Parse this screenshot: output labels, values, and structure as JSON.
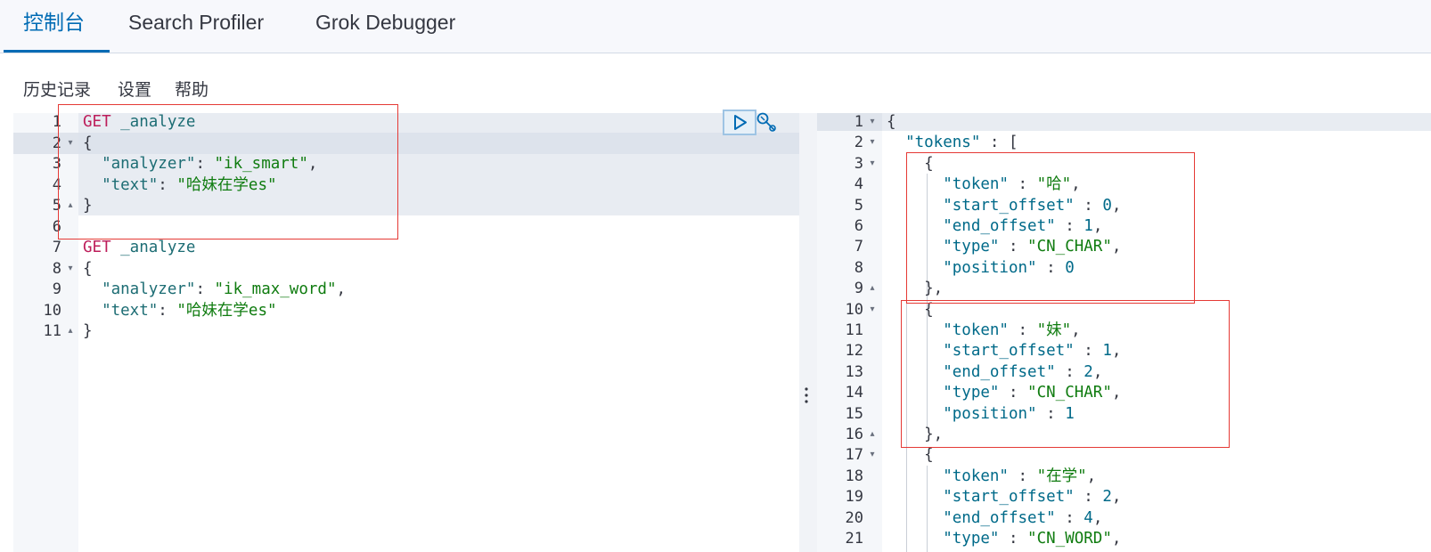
{
  "tabs": [
    {
      "label": "控制台",
      "active": true
    },
    {
      "label": "Search Profiler",
      "active": false
    },
    {
      "label": "Grok Debugger",
      "active": false
    }
  ],
  "submenu": [
    "历史记录",
    "设置",
    "帮助"
  ],
  "colors": {
    "accent": "#006bb4",
    "keyword": "#bd1d5a",
    "string": "#107c10",
    "number": "#006a89",
    "highlight_box": "#e53935"
  },
  "request_editor": {
    "line_numbers": [
      "1",
      "2",
      "3",
      "4",
      "5",
      "6",
      "7",
      "8",
      "9",
      "10",
      "11"
    ],
    "lines": [
      [
        {
          "t": "GET",
          "c": "k"
        },
        {
          "t": " _analyze",
          "c": "u"
        }
      ],
      [
        {
          "t": "{",
          "c": "p"
        }
      ],
      [
        {
          "t": "  ",
          "c": "p"
        },
        {
          "t": "\"analyzer\"",
          "c": "u"
        },
        {
          "t": ": ",
          "c": "p"
        },
        {
          "t": "\"ik_smart\"",
          "c": "s"
        },
        {
          "t": ",",
          "c": "p"
        }
      ],
      [
        {
          "t": "  ",
          "c": "p"
        },
        {
          "t": "\"text\"",
          "c": "u"
        },
        {
          "t": ": ",
          "c": "p"
        },
        {
          "t": "\"哈妹在学es\"",
          "c": "s"
        }
      ],
      [
        {
          "t": "}",
          "c": "p"
        }
      ],
      [],
      [
        {
          "t": "GET",
          "c": "k"
        },
        {
          "t": " _analyze",
          "c": "u"
        }
      ],
      [
        {
          "t": "{",
          "c": "p"
        }
      ],
      [
        {
          "t": "  ",
          "c": "p"
        },
        {
          "t": "\"analyzer\"",
          "c": "u"
        },
        {
          "t": ": ",
          "c": "p"
        },
        {
          "t": "\"ik_max_word\"",
          "c": "s"
        },
        {
          "t": ",",
          "c": "p"
        }
      ],
      [
        {
          "t": "  ",
          "c": "p"
        },
        {
          "t": "\"text\"",
          "c": "u"
        },
        {
          "t": ": ",
          "c": "p"
        },
        {
          "t": "\"哈妹在学es\"",
          "c": "s"
        }
      ],
      [
        {
          "t": "}",
          "c": "p"
        }
      ]
    ],
    "fold_markers": [
      "",
      "down",
      "",
      "",
      "up",
      "",
      "",
      "down",
      "",
      "",
      "up"
    ],
    "run_button_icon": "play-icon",
    "wrench_icon": "wrench-icon"
  },
  "response_editor": {
    "line_numbers": [
      "1",
      "2",
      "3",
      "4",
      "5",
      "6",
      "7",
      "8",
      "9",
      "10",
      "11",
      "12",
      "13",
      "14",
      "15",
      "16",
      "17",
      "18",
      "19",
      "20",
      "21"
    ],
    "lines": [
      [
        {
          "t": "{",
          "c": "p"
        }
      ],
      [
        {
          "t": "  ",
          "c": "p"
        },
        {
          "t": "\"tokens\"",
          "c": "pk"
        },
        {
          "t": " : [",
          "c": "p"
        }
      ],
      [
        {
          "t": "    {",
          "c": "p"
        }
      ],
      [
        {
          "t": "      ",
          "c": "p"
        },
        {
          "t": "\"token\"",
          "c": "pk"
        },
        {
          "t": " : ",
          "c": "p"
        },
        {
          "t": "\"哈\"",
          "c": "ps"
        },
        {
          "t": ",",
          "c": "p"
        }
      ],
      [
        {
          "t": "      ",
          "c": "p"
        },
        {
          "t": "\"start_offset\"",
          "c": "pk"
        },
        {
          "t": " : ",
          "c": "p"
        },
        {
          "t": "0",
          "c": "pn"
        },
        {
          "t": ",",
          "c": "p"
        }
      ],
      [
        {
          "t": "      ",
          "c": "p"
        },
        {
          "t": "\"end_offset\"",
          "c": "pk"
        },
        {
          "t": " : ",
          "c": "p"
        },
        {
          "t": "1",
          "c": "pn"
        },
        {
          "t": ",",
          "c": "p"
        }
      ],
      [
        {
          "t": "      ",
          "c": "p"
        },
        {
          "t": "\"type\"",
          "c": "pk"
        },
        {
          "t": " : ",
          "c": "p"
        },
        {
          "t": "\"CN_CHAR\"",
          "c": "ps"
        },
        {
          "t": ",",
          "c": "p"
        }
      ],
      [
        {
          "t": "      ",
          "c": "p"
        },
        {
          "t": "\"position\"",
          "c": "pk"
        },
        {
          "t": " : ",
          "c": "p"
        },
        {
          "t": "0",
          "c": "pn"
        }
      ],
      [
        {
          "t": "    },",
          "c": "p"
        }
      ],
      [
        {
          "t": "    {",
          "c": "p"
        }
      ],
      [
        {
          "t": "      ",
          "c": "p"
        },
        {
          "t": "\"token\"",
          "c": "pk"
        },
        {
          "t": " : ",
          "c": "p"
        },
        {
          "t": "\"妹\"",
          "c": "ps"
        },
        {
          "t": ",",
          "c": "p"
        }
      ],
      [
        {
          "t": "      ",
          "c": "p"
        },
        {
          "t": "\"start_offset\"",
          "c": "pk"
        },
        {
          "t": " : ",
          "c": "p"
        },
        {
          "t": "1",
          "c": "pn"
        },
        {
          "t": ",",
          "c": "p"
        }
      ],
      [
        {
          "t": "      ",
          "c": "p"
        },
        {
          "t": "\"end_offset\"",
          "c": "pk"
        },
        {
          "t": " : ",
          "c": "p"
        },
        {
          "t": "2",
          "c": "pn"
        },
        {
          "t": ",",
          "c": "p"
        }
      ],
      [
        {
          "t": "      ",
          "c": "p"
        },
        {
          "t": "\"type\"",
          "c": "pk"
        },
        {
          "t": " : ",
          "c": "p"
        },
        {
          "t": "\"CN_CHAR\"",
          "c": "ps"
        },
        {
          "t": ",",
          "c": "p"
        }
      ],
      [
        {
          "t": "      ",
          "c": "p"
        },
        {
          "t": "\"position\"",
          "c": "pk"
        },
        {
          "t": " : ",
          "c": "p"
        },
        {
          "t": "1",
          "c": "pn"
        }
      ],
      [
        {
          "t": "    },",
          "c": "p"
        }
      ],
      [
        {
          "t": "    {",
          "c": "p"
        }
      ],
      [
        {
          "t": "      ",
          "c": "p"
        },
        {
          "t": "\"token\"",
          "c": "pk"
        },
        {
          "t": " : ",
          "c": "p"
        },
        {
          "t": "\"在学\"",
          "c": "ps"
        },
        {
          "t": ",",
          "c": "p"
        }
      ],
      [
        {
          "t": "      ",
          "c": "p"
        },
        {
          "t": "\"start_offset\"",
          "c": "pk"
        },
        {
          "t": " : ",
          "c": "p"
        },
        {
          "t": "2",
          "c": "pn"
        },
        {
          "t": ",",
          "c": "p"
        }
      ],
      [
        {
          "t": "      ",
          "c": "p"
        },
        {
          "t": "\"end_offset\"",
          "c": "pk"
        },
        {
          "t": " : ",
          "c": "p"
        },
        {
          "t": "4",
          "c": "pn"
        },
        {
          "t": ",",
          "c": "p"
        }
      ],
      [
        {
          "t": "      ",
          "c": "p"
        },
        {
          "t": "\"type\"",
          "c": "pk"
        },
        {
          "t": " : ",
          "c": "p"
        },
        {
          "t": "\"CN_WORD\"",
          "c": "ps"
        },
        {
          "t": ",",
          "c": "p"
        }
      ]
    ],
    "fold_markers": [
      "down",
      "down",
      "down",
      "",
      "",
      "",
      "",
      "",
      "up",
      "down",
      "",
      "",
      "",
      "",
      "",
      "up",
      "down",
      "",
      "",
      "",
      ""
    ]
  }
}
